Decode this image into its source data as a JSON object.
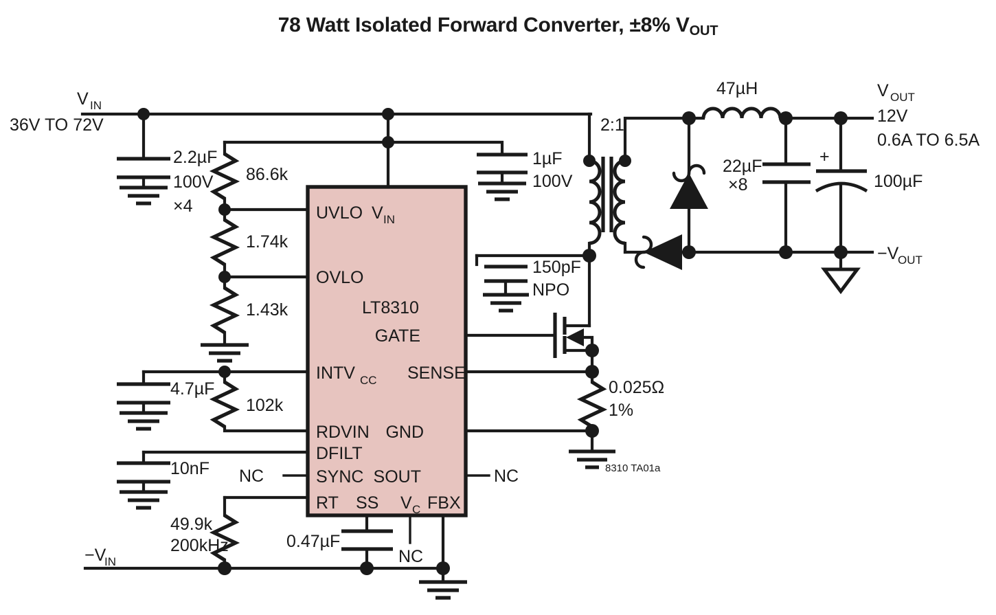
{
  "title": {
    "main": "78 Watt Isolated Forward Converter, ±8% V",
    "sub": "OUT"
  },
  "ic": {
    "part_number": "LT8310",
    "pins_left": [
      "UVLO",
      "OVLO",
      "INTV",
      "RDVIN",
      "DFILT",
      "SYNC",
      "RT"
    ],
    "intvcc_sub": "CC",
    "pins_right": [
      "V",
      "GATE",
      "SENSE",
      "GND",
      "SOUT"
    ],
    "vin_sub": "IN",
    "pins_bottom": [
      "SS",
      "V",
      "FBX"
    ],
    "vc_sub": "C"
  },
  "input": {
    "vin_label": "V",
    "vin_sub": "IN",
    "vin_range": "36V TO 72V",
    "neg_vin": "−V",
    "neg_vin_sub": "IN"
  },
  "output": {
    "vout_label": "V",
    "vout_sub": "OUT",
    "voltage": "12V",
    "current": "0.6A TO 6.5A",
    "neg_vout": "−V",
    "neg_vout_sub": "OUT"
  },
  "components": {
    "cin": {
      "value": "2.2µF",
      "rating": "100V",
      "qty": "×4"
    },
    "r_uvlo_top": "86.6k",
    "r_uvlo_mid": "1.74k",
    "r_ovlo_bot": "1.43k",
    "c_vin": {
      "value": "1µF",
      "rating": "100V"
    },
    "c_intvcc": "4.7µF",
    "r_rdvin": "102k",
    "c_dfilt": "10nF",
    "r_rt": "49.9k",
    "f_rt": "200kHz",
    "c_ss": "0.47µF",
    "c_npo": {
      "value": "150pF",
      "type": "NPO"
    },
    "r_sense": {
      "value": "0.025Ω",
      "tol": "1%"
    },
    "transformer_ratio": "2:1",
    "l_out": "47µH",
    "c_out1": {
      "value": "22µF",
      "qty": "×8"
    },
    "c_out2": {
      "value": "100µF",
      "polarity": "+"
    }
  },
  "labels": {
    "nc_sync": "NC",
    "nc_sout": "NC",
    "nc_vc": "NC",
    "doc_ref": "8310 TA01a"
  },
  "colors": {
    "ic_fill": "#e7c4bf",
    "ink": "#1a1a1a",
    "background": "#ffffff"
  }
}
